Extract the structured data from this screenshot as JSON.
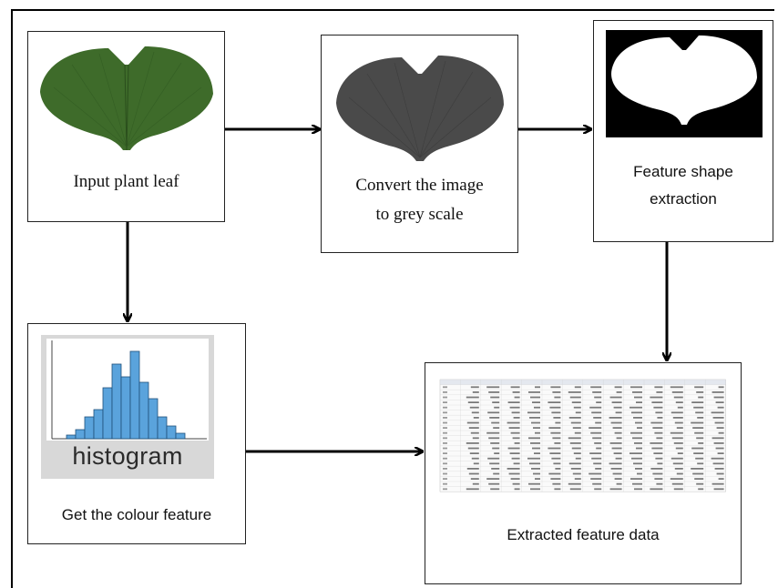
{
  "diagram": {
    "input_label": "Input plant leaf",
    "grey_label_line1": "Convert the image",
    "grey_label_line2": "to grey scale",
    "shape_label_line1": "Feature shape",
    "shape_label_line2": "extraction",
    "histogram_word": "histogram",
    "colour_label": "Get the colour feature",
    "extracted_label": "Extracted feature data",
    "leaf_color": "#3e6b2a",
    "grey_leaf_color": "#4a4a4a",
    "bar_color": "#5aa3dc"
  }
}
